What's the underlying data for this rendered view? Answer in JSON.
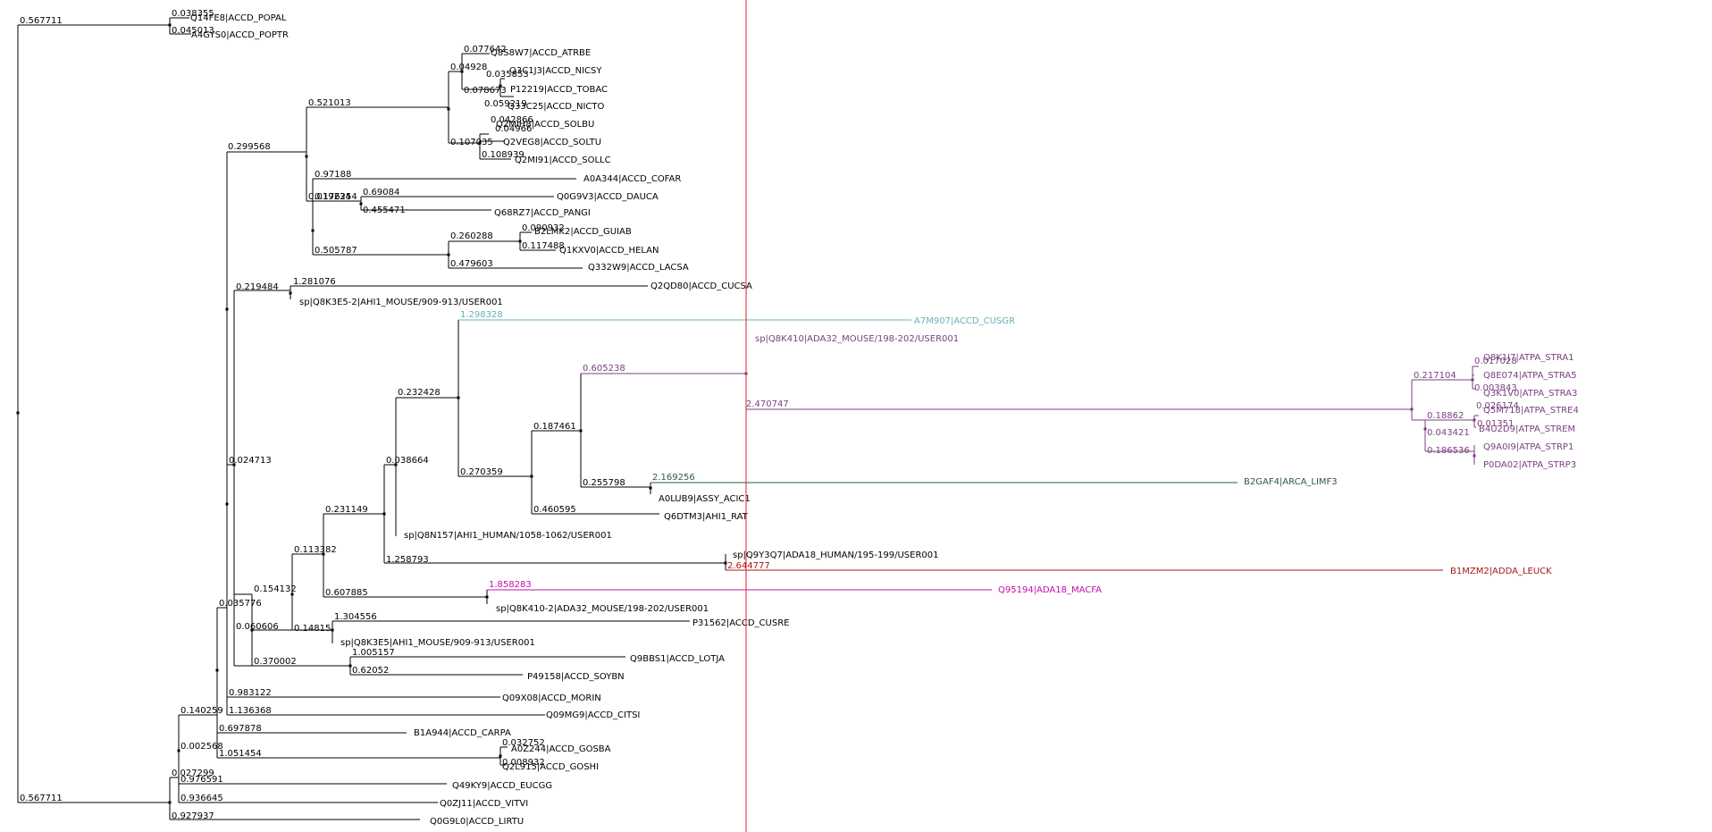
{
  "colors": {
    "default": "#000000",
    "cursor_line": "#e0202a",
    "teal": "#6ab0b8",
    "purple": "#7a3f80",
    "dark_green": "#2f5a45",
    "magenta": "#c010a8",
    "dark_red": "#a01818"
  },
  "tree": {
    "root_branch_top": "0.567711",
    "root_branch_bottom": "0.567711",
    "leaves": [
      {
        "id": "leaf-q14fe8",
        "label": "Q14FE8|ACCD_POPAL",
        "length": "0.038355"
      },
      {
        "id": "leaf-a4gys0",
        "label": "A4GYS0|ACCD_POPTR",
        "length": "0.045013"
      },
      {
        "id": "leaf-q8s8w7",
        "label": "Q8S8W7|ACCD_ATRBE",
        "length": "0.077642"
      },
      {
        "id": "leaf-q3c1j3",
        "label": "Q3C1J3|ACCD_NICSY",
        "length": "0.035853"
      },
      {
        "id": "leaf-p12219",
        "label": "P12219|ACCD_TOBAC",
        "length": "0.078673"
      },
      {
        "id": "leaf-q33c25",
        "label": "Q33C25|ACCD_NICTO",
        "length": "0.059219"
      },
      {
        "id": "leaf-q2mih8",
        "label": "Q2MIH8|ACCD_SOLBU",
        "length": "0.042866"
      },
      {
        "id": "leaf-q2veg8",
        "label": "Q2VEG8|ACCD_SOLTU",
        "length": "0.04966"
      },
      {
        "id": "leaf-q2mi91",
        "label": "Q2MI91|ACCD_SOLLC",
        "length": "0.108939"
      },
      {
        "id": "leaf-a0a344",
        "label": "A0A344|ACCD_COFAR",
        "length": "0.97188"
      },
      {
        "id": "leaf-q0g9v3",
        "label": "Q0G9V3|ACCD_DAUCA",
        "length": "0.69084"
      },
      {
        "id": "leaf-q68rz7",
        "label": "Q68RZ7|ACCD_PANGI",
        "length": "0.455471"
      },
      {
        "id": "leaf-b2lmk2",
        "label": "B2LMK2|ACCD_GUIAB",
        "length": "0.090932"
      },
      {
        "id": "leaf-q1kxv0",
        "label": "Q1KXV0|ACCD_HELAN",
        "length": "0.117488"
      },
      {
        "id": "leaf-q332w9",
        "label": "Q332W9|ACCD_LACSA",
        "length": "0.479603"
      },
      {
        "id": "leaf-q2qd80",
        "label": "Q2QD80|ACCD_CUCSA",
        "length": "1.281076"
      },
      {
        "id": "leaf-sp-q8k3e5-2",
        "label": "sp|Q8K3E5-2|AHI1_MOUSE/909-913/USER001",
        "length": ""
      },
      {
        "id": "leaf-a7m907",
        "label": "A7M907|ACCD_CUSGR",
        "length": "1.298328"
      },
      {
        "id": "leaf-sp-q8k410",
        "label": "sp|Q8K410|ADA32_MOUSE/198-202/USER001",
        "length": ""
      },
      {
        "id": "leaf-q8k1j7",
        "label": "Q8K1J7|ATPA_STRA1",
        "length": "0.017028"
      },
      {
        "id": "leaf-q8e074",
        "label": "Q8E074|ATPA_STRA5",
        "length": ""
      },
      {
        "id": "leaf-q3k1v0",
        "label": "Q3K1V0|ATPA_STRA3",
        "length": "0.003843"
      },
      {
        "id": "leaf-q5m718",
        "label": "Q5M718|ATPA_STRE4",
        "length": "0.026174"
      },
      {
        "id": "leaf-b4u2d9",
        "label": "B4U2D9|ATPA_STREM",
        "length": "0.01351"
      },
      {
        "id": "leaf-q9a0i9",
        "label": "Q9A0I9|ATPA_STRP1",
        "length": ""
      },
      {
        "id": "leaf-p0da02",
        "label": "P0DA02|ATPA_STRP3",
        "length": ""
      },
      {
        "id": "leaf-b2gaf4",
        "label": "B2GAF4|ARCA_LIMF3",
        "length": "2.169256"
      },
      {
        "id": "leaf-a0lub9",
        "label": "A0LUB9|ASSY_ACIC1",
        "length": ""
      },
      {
        "id": "leaf-q6dtm3",
        "label": "Q6DTM3|AHI1_RAT",
        "length": "0.460595"
      },
      {
        "id": "leaf-sp-q8n157",
        "label": "sp|Q8N157|AHI1_HUMAN/1058-1062/USER001",
        "length": ""
      },
      {
        "id": "leaf-sp-q9y3q7",
        "label": "sp|Q9Y3Q7|ADA18_HUMAN/195-199/USER001",
        "length": ""
      },
      {
        "id": "leaf-b1mzm2",
        "label": "B1MZM2|ADDA_LEUCK",
        "length": "2.644777"
      },
      {
        "id": "leaf-q95194",
        "label": "Q95194|ADA18_MACFA",
        "length": "1.858283"
      },
      {
        "id": "leaf-sp-q8k410-2",
        "label": "sp|Q8K410-2|ADA32_MOUSE/198-202/USER001",
        "length": ""
      },
      {
        "id": "leaf-p31562",
        "label": "P31562|ACCD_CUSRE",
        "length": "1.304556"
      },
      {
        "id": "leaf-sp-q8k3e5",
        "label": "sp|Q8K3E5|AHI1_MOUSE/909-913/USER001",
        "length": ""
      },
      {
        "id": "leaf-q9bbs1",
        "label": "Q9BBS1|ACCD_LOTJA",
        "length": "1.005157"
      },
      {
        "id": "leaf-p49158",
        "label": "P49158|ACCD_SOYBN",
        "length": "0.62052"
      },
      {
        "id": "leaf-q09x08",
        "label": "Q09X08|ACCD_MORIN",
        "length": "0.983122"
      },
      {
        "id": "leaf-q09mg9",
        "label": "Q09MG9|ACCD_CITSI",
        "length": "1.136368"
      },
      {
        "id": "leaf-b1a944",
        "label": "B1A944|ACCD_CARPA",
        "length": "0.697878"
      },
      {
        "id": "leaf-a0z244",
        "label": "A0Z244|ACCD_GOSBA",
        "length": "0.032752"
      },
      {
        "id": "leaf-q2l915",
        "label": "Q2L915|ACCD_GOSHI",
        "length": "0.008932"
      },
      {
        "id": "leaf-q49ky9",
        "label": "Q49KY9|ACCD_EUCGG",
        "length": "0.976591"
      },
      {
        "id": "leaf-q0zj11",
        "label": "Q0ZJ11|ACCD_VITVI",
        "length": "0.936645"
      },
      {
        "id": "leaf-q0g9l0",
        "label": "Q0G9L0|ACCD_LIRTU",
        "length": "0.927937"
      }
    ],
    "internal_branch_labels": [
      {
        "id": "bl-nicsy-clade",
        "text": "0.04928"
      },
      {
        "id": "bl-solanum-clade",
        "text": "0.107035"
      },
      {
        "id": "bl-solanaceae",
        "text": "0.521013"
      },
      {
        "id": "bl-asterids",
        "text": "0.299568"
      },
      {
        "id": "bl-apiales-a",
        "text": "0.019234"
      },
      {
        "id": "bl-apiales-b",
        "text": "0.176254"
      },
      {
        "id": "bl-asterales",
        "text": "0.505787"
      },
      {
        "id": "bl-guiab-helan",
        "text": "0.260288"
      },
      {
        "id": "bl-cucsa-clade",
        "text": "0.219484"
      },
      {
        "id": "bl-rosids",
        "text": "0.024713"
      },
      {
        "id": "bl-strep-a",
        "text": "0.217104"
      },
      {
        "id": "bl-strep-b",
        "text": "0.18862"
      },
      {
        "id": "bl-strep-c",
        "text": "0.043421"
      },
      {
        "id": "bl-strep-d",
        "text": "0.186536"
      },
      {
        "id": "bl-strep-stem",
        "text": "2.470747"
      },
      {
        "id": "bl-purple-clade",
        "text": "0.605238"
      },
      {
        "id": "bl-limf-clade",
        "text": "0.255798"
      },
      {
        "id": "bl-ahi1-rat-clade",
        "text": "0.187461"
      },
      {
        "id": "bl-mid-clade",
        "text": "0.270359"
      },
      {
        "id": "bl-cusgr-clade",
        "text": "0.232428"
      },
      {
        "id": "bl-ahi1-human",
        "text": "0.038664"
      },
      {
        "id": "bl-ada18-clade",
        "text": "1.258793"
      },
      {
        "id": "bl-big-clade",
        "text": "0.231149"
      },
      {
        "id": "bl-macfa-clade",
        "text": "0.607885"
      },
      {
        "id": "bl-cusre-parent",
        "text": "0.113382"
      },
      {
        "id": "bl-cusre-clade",
        "text": "0.14815"
      },
      {
        "id": "bl-fabids",
        "text": "0.154132"
      },
      {
        "id": "bl-fabaceae-parent",
        "text": "0.060606"
      },
      {
        "id": "bl-fabaceae",
        "text": "0.370002"
      },
      {
        "id": "bl-malvids",
        "text": "0.035776"
      },
      {
        "id": "bl-gossypium",
        "text": "1.051454"
      },
      {
        "id": "bl-core-a",
        "text": "0.140259"
      },
      {
        "id": "bl-core-b",
        "text": "0.002568"
      },
      {
        "id": "bl-core-c",
        "text": "0.027299"
      }
    ]
  }
}
